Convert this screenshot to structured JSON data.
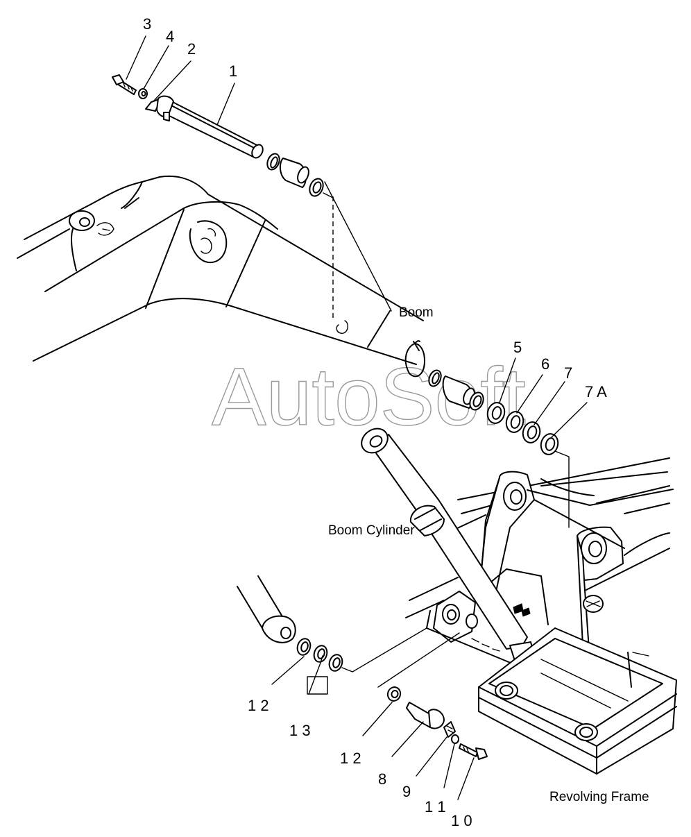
{
  "watermark": "AutoSoft",
  "labels": {
    "boom": "Boom",
    "boom_cylinder": "Boom Cylinder",
    "revolving_frame": "Revolving Frame"
  },
  "callouts": {
    "p1": "1",
    "p2": "2",
    "p3": "3",
    "p4": "4",
    "p5": "5",
    "p6": "6",
    "p7": "7",
    "p7a": "7 A",
    "p8": "8",
    "p9": "9",
    "p10": "1 0",
    "p11": "1 1",
    "p12a": "1 2",
    "p12b": "1 2",
    "p13": "1 3"
  }
}
